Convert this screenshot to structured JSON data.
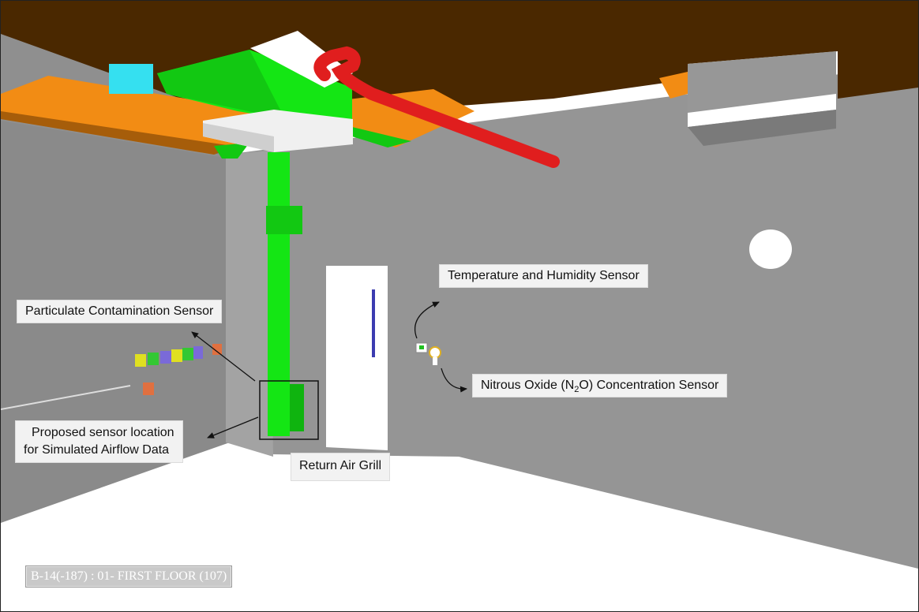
{
  "view": {
    "location_label": "B-14(-187) : 01- FIRST FLOOR (107)"
  },
  "labels": {
    "particulate": "Particulate Contamination Sensor",
    "temperature_humidity": "Temperature and Humidity Sensor",
    "nitrous_oxide_prefix": "Nitrous Oxide (N",
    "nitrous_oxide_sub": "2",
    "nitrous_oxide_suffix": "O) Concentration Sensor",
    "proposed_line1": "Proposed sensor location",
    "proposed_line2": "for Simulated Airflow Data",
    "return_air_grill": "Return Air Grill"
  },
  "colors": {
    "ceiling": "#4a2800",
    "wall": "#959595",
    "wall_left": "#8a8a8a",
    "floor": "#ffffff",
    "duct_supply": "#14e614",
    "duct_orange": "#f28c14",
    "pipe_red": "#e01e1e",
    "pipe_cyan": "#35e0f0",
    "door": "#ffffff",
    "door_handle": "#3b3bb0",
    "annotation_box": "#111111"
  }
}
